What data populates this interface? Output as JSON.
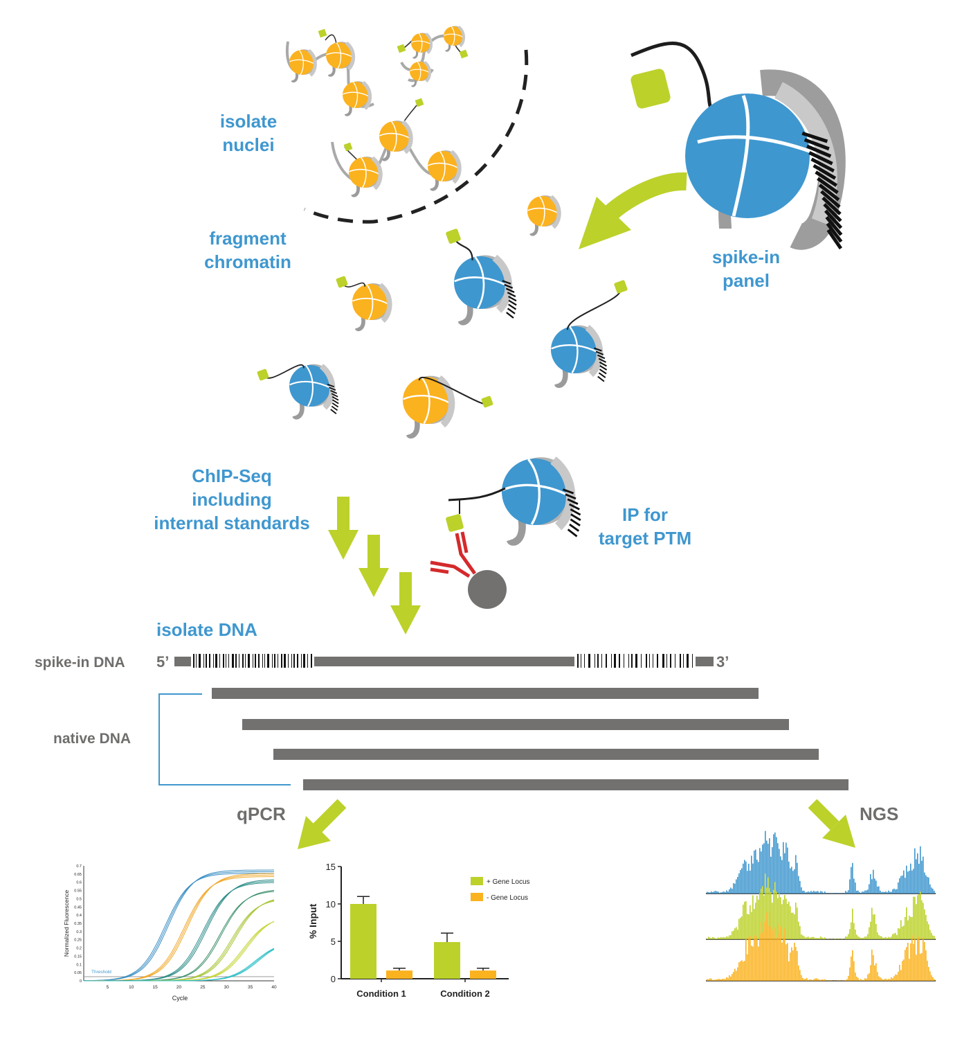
{
  "colors": {
    "blue": "#3f97cf",
    "orange": "#fbb21f",
    "lime": "#bcd12a",
    "grey": "#727170",
    "red": "#d42a2c"
  },
  "labels": {
    "isolate_nuclei": [
      "isolate",
      "nuclei"
    ],
    "fragment_chromatin": [
      "fragment",
      "chromatin"
    ],
    "spike_in_panel": [
      "spike-in",
      "panel"
    ],
    "chip_seq": [
      "ChIP-Seq",
      "including",
      "internal standards"
    ],
    "ip_target": [
      "IP for",
      "target PTM"
    ],
    "isolate_dna": "isolate DNA",
    "spike_in_dna": "spike-in DNA",
    "five_prime": "5’",
    "three_prime": "3’",
    "native_dna": "native DNA",
    "qpcr": "qPCR",
    "ngs": "NGS"
  },
  "qpcr_curve": {
    "ylabel": "Normalized Fluorescence",
    "xlabel": "Cycle",
    "yticks": [
      "0",
      "0.05",
      "0.1",
      "0.15",
      "0.2",
      "0.25",
      "0.3",
      "0.35",
      "0.4",
      "0.45",
      "0.5",
      "0.55",
      "0.6",
      "0.65",
      "0.7"
    ],
    "xticks": [
      "5",
      "10",
      "15",
      "20",
      "25",
      "30",
      "35",
      "40"
    ],
    "threshold_label": "Threshold"
  },
  "chart_data": {
    "type": "bar",
    "categories": [
      "Condition 1",
      "Condition 2"
    ],
    "series": [
      {
        "name": "+ Gene Locus",
        "values": [
          10.0,
          4.9
        ],
        "errors": [
          1.0,
          1.2
        ],
        "color": "#bcd12a"
      },
      {
        "name": "- Gene Locus",
        "values": [
          1.1,
          1.1
        ],
        "errors": [
          0.3,
          0.3
        ],
        "color": "#fbb21f"
      }
    ],
    "ylabel": "% Input",
    "ylim": [
      0,
      15
    ],
    "yticks": [
      "0",
      "5",
      "10",
      "15"
    ]
  }
}
